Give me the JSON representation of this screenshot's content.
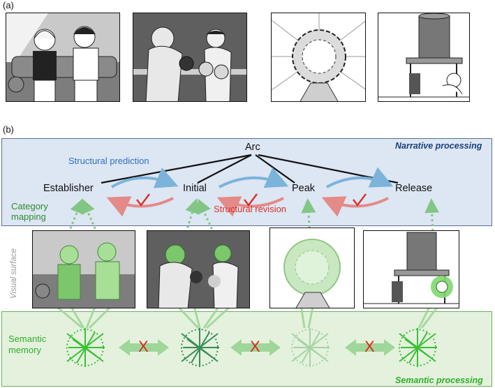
{
  "panel_a": {
    "label": "(a)"
  },
  "panel_b": {
    "label": "(b)"
  },
  "narrative": {
    "region_title": "Narrative processing",
    "arc": "Arc",
    "establisher": "Establisher",
    "initial": "Initial",
    "peak": "Peak",
    "release": "Release",
    "structural_prediction": "Structural prediction",
    "structural_revision": "Structural revision",
    "category_mapping": "Category\nmapping"
  },
  "visual": {
    "label": "Visual surface"
  },
  "semantic": {
    "region_title": "Semantic processing",
    "memory_label": "Semantic\nmemory",
    "x_mark": "X"
  },
  "colors": {
    "narrative_blue": "#1a3f7a",
    "prediction_blue": "#2f6fbf",
    "revision_red": "#d9302b",
    "semantic_green": "#2fae2a",
    "arrow_blue": "#7bb3da",
    "arrow_red": "#e48a88",
    "green_link": "#82c686"
  }
}
